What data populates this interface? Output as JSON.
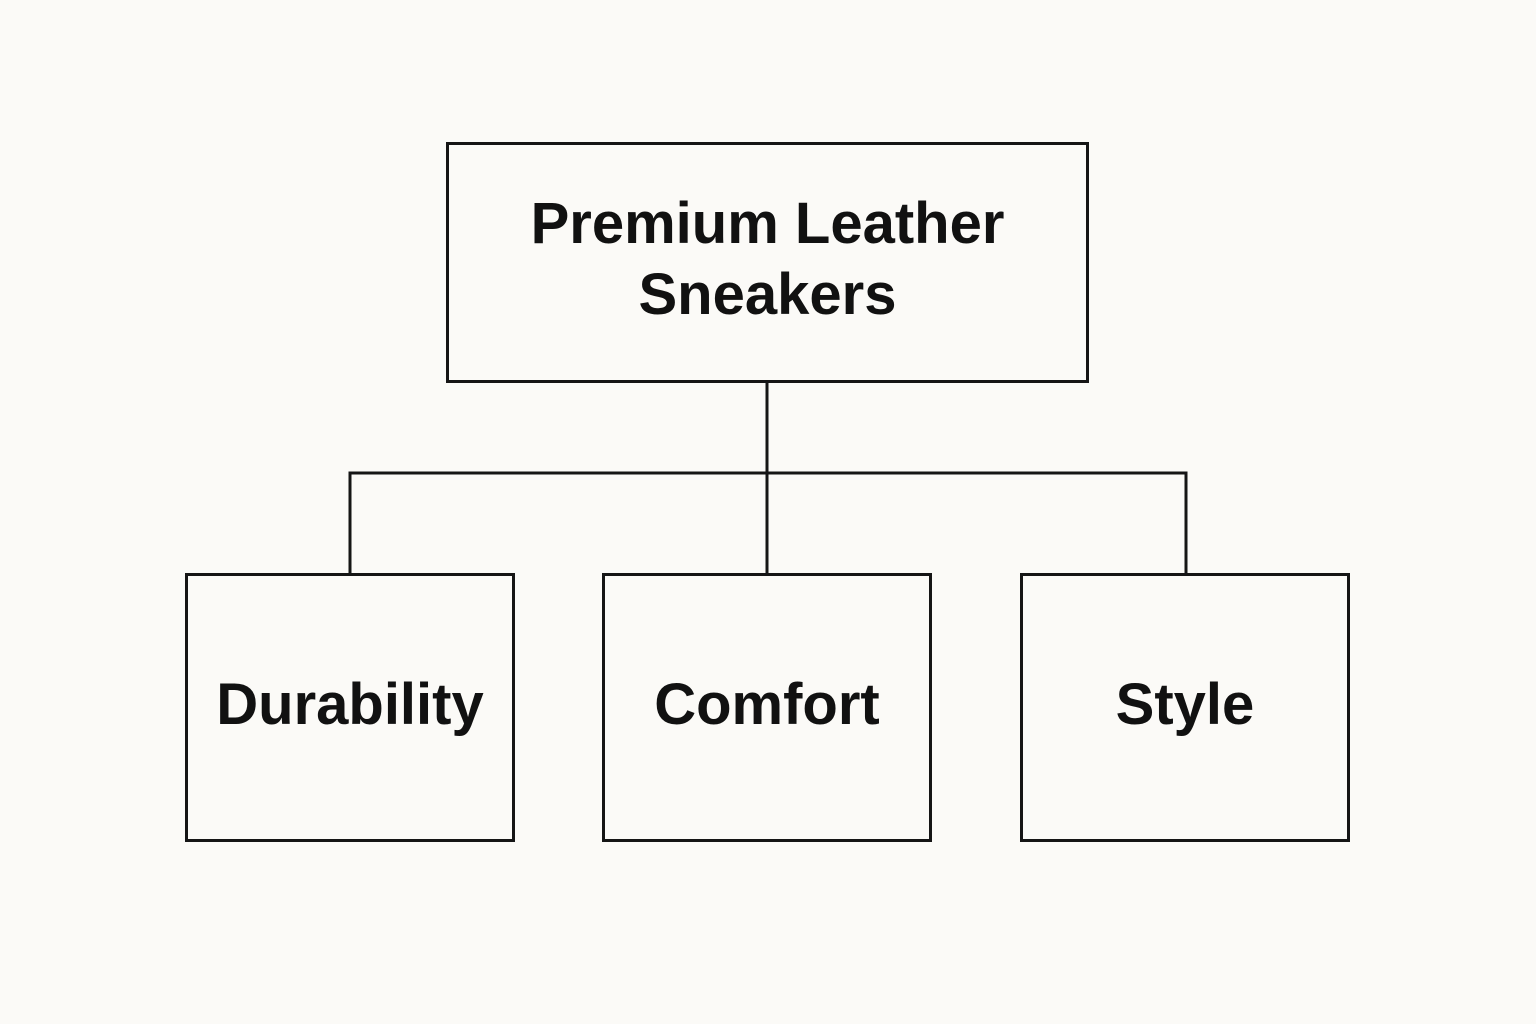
{
  "diagram": {
    "type": "hierarchy",
    "root": {
      "label": "Premium Leather Sneakers"
    },
    "children": [
      {
        "label": "Durability"
      },
      {
        "label": "Comfort"
      },
      {
        "label": "Style"
      }
    ],
    "colors": {
      "background": "#fbfaf7",
      "stroke": "#151515",
      "text": "#111111"
    }
  }
}
